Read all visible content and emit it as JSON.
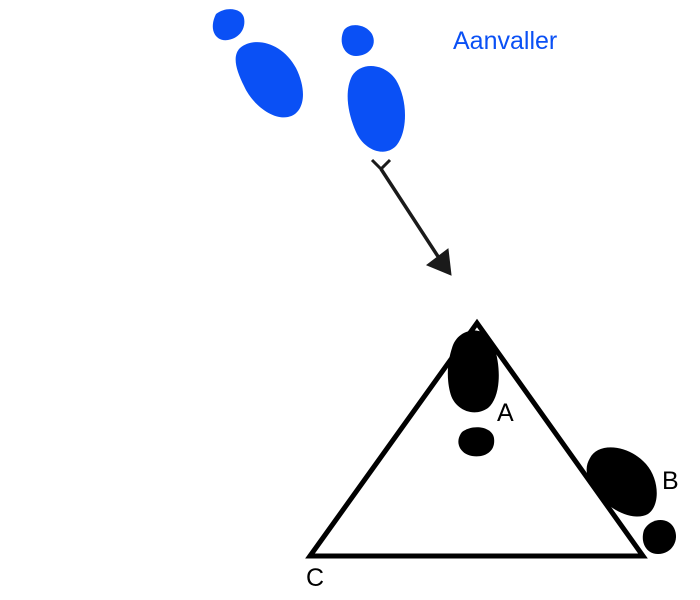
{
  "title": "Aanvaller",
  "points": {
    "a": "A",
    "b": "B",
    "c": "C"
  },
  "colors": {
    "attacker": "#0a50f5",
    "defender": "#000000",
    "arrow": "#1a1a1a",
    "line": "#000000",
    "background": "#ffffff"
  },
  "icons": {
    "attacker_feet": "footprint-icon",
    "defender_feet": "footprint-icon",
    "movement": "arrow-icon"
  }
}
